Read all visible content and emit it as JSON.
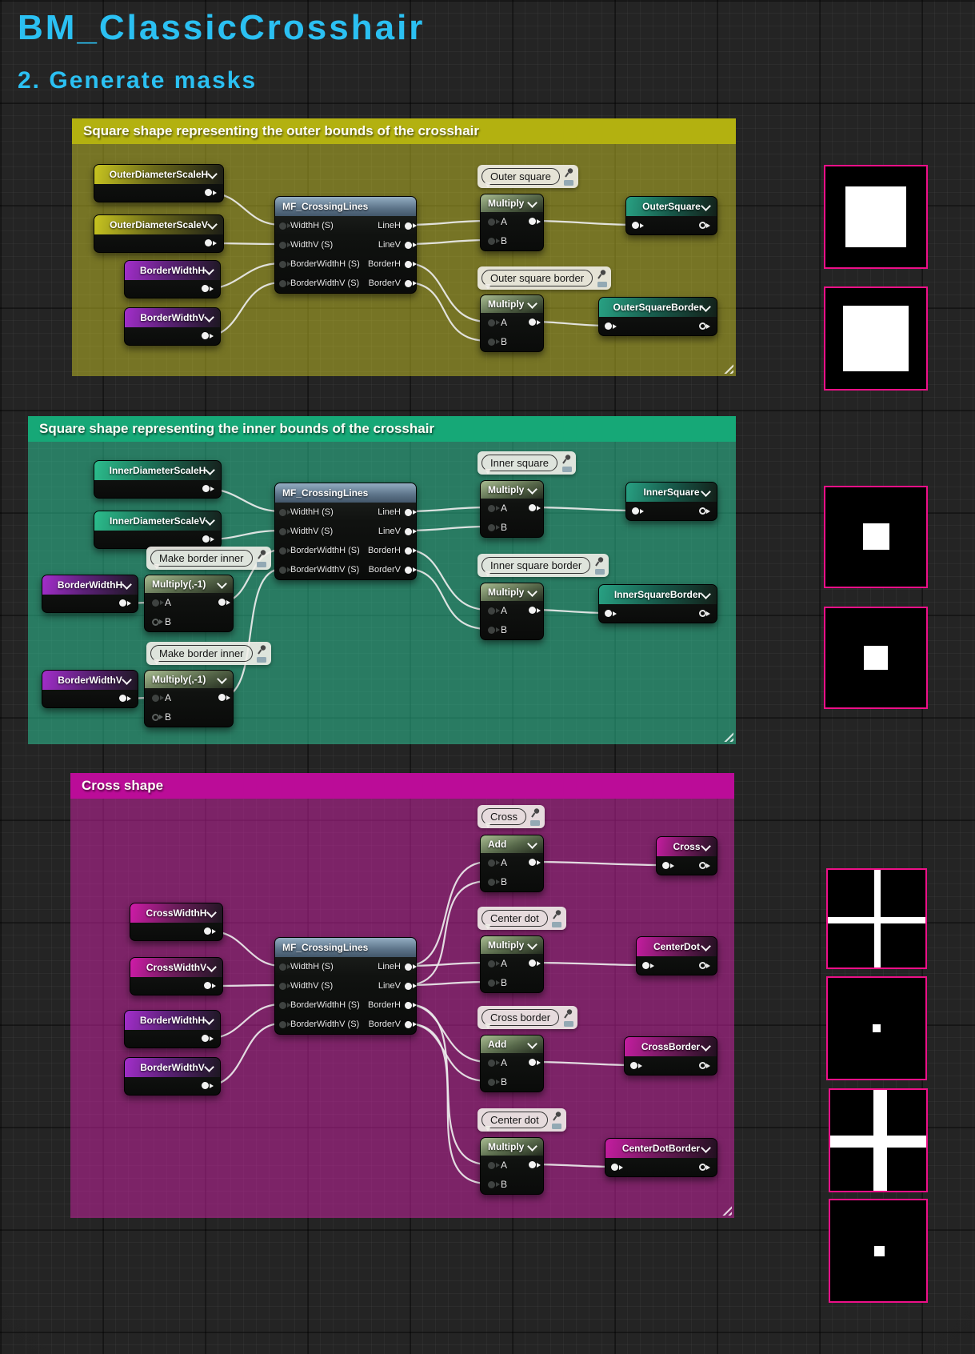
{
  "window": {
    "title": "BM_ClassicCrosshair",
    "subtitle": "2. Generate masks"
  },
  "colors": {
    "accent_cyan": "#2bc0f2",
    "comment_yellow": "#b3b110",
    "comment_teal": "#16a877",
    "comment_magenta": "#bb0c98",
    "param_purple": "#a32ecb",
    "function_header_blue": "#93adc2",
    "op_header_green": "#a9bd92",
    "preview_border_pink": "#ed1088",
    "wire_white": "#ececec",
    "background": "#242424"
  },
  "pins": {
    "a": "A",
    "b": "B"
  },
  "sections": [
    {
      "title": "Square shape representing the outer bounds of the crosshair",
      "params": [
        {
          "label": "OuterDiameterScaleH"
        },
        {
          "label": "OuterDiameterScaleV"
        },
        {
          "label": "BorderWidthH"
        },
        {
          "label": "BorderWidthV"
        }
      ],
      "function": {
        "title": "MF_CrossingLines",
        "rows": [
          {
            "in": "WidthH (S)",
            "out": "LineH"
          },
          {
            "in": "WidthV (S)",
            "out": "LineV"
          },
          {
            "in": "BorderWidthH (S)",
            "out": "BorderH"
          },
          {
            "in": "BorderWidthV (S)",
            "out": "BorderV"
          }
        ]
      },
      "bubbles": [
        {
          "label": "Outer square"
        },
        {
          "label": "Outer square border"
        }
      ],
      "ops": [
        {
          "label": "Multiply"
        },
        {
          "label": "Multiply"
        }
      ],
      "outputs": [
        {
          "label": "OuterSquare"
        },
        {
          "label": "OuterSquareBorder"
        }
      ],
      "previews": [
        {
          "kind": "solid-white-square"
        },
        {
          "kind": "solid-white-square-large"
        }
      ]
    },
    {
      "title": "Square shape representing the inner bounds of the crosshair",
      "params": [
        {
          "label": "InnerDiameterScaleH"
        },
        {
          "label": "InnerDiameterScaleV"
        },
        {
          "label": "BorderWidthH"
        },
        {
          "label": "BorderWidthV"
        }
      ],
      "function": {
        "title": "MF_CrossingLines",
        "rows": [
          {
            "in": "WidthH (S)",
            "out": "LineH"
          },
          {
            "in": "WidthV (S)",
            "out": "LineV"
          },
          {
            "in": "BorderWidthH (S)",
            "out": "BorderH"
          },
          {
            "in": "BorderWidthV (S)",
            "out": "BorderV"
          }
        ]
      },
      "bubbles": [
        {
          "label": "Inner square"
        },
        {
          "label": "Inner square border"
        },
        {
          "label": "Make border inner"
        },
        {
          "label": "Make border inner"
        }
      ],
      "ops": [
        {
          "label": "Multiply"
        },
        {
          "label": "Multiply"
        },
        {
          "label": "Multiply(,-1)"
        },
        {
          "label": "Multiply(,-1)"
        }
      ],
      "outputs": [
        {
          "label": "InnerSquare"
        },
        {
          "label": "InnerSquareBorder"
        }
      ],
      "previews": [
        {
          "kind": "small-white-square"
        },
        {
          "kind": "small-white-square"
        }
      ]
    },
    {
      "title": "Cross shape",
      "params": [
        {
          "label": "CrossWidthH"
        },
        {
          "label": "CrossWidthV"
        },
        {
          "label": "BorderWidthH"
        },
        {
          "label": "BorderWidthV"
        }
      ],
      "function": {
        "title": "MF_CrossingLines",
        "rows": [
          {
            "in": "WidthH (S)",
            "out": "LineH"
          },
          {
            "in": "WidthV (S)",
            "out": "LineV"
          },
          {
            "in": "BorderWidthH (S)",
            "out": "BorderH"
          },
          {
            "in": "BorderWidthV (S)",
            "out": "BorderV"
          }
        ]
      },
      "bubbles": [
        {
          "label": "Cross"
        },
        {
          "label": "Center dot"
        },
        {
          "label": "Cross border"
        },
        {
          "label": "Center dot"
        }
      ],
      "ops": [
        {
          "label": "Add"
        },
        {
          "label": "Multiply"
        },
        {
          "label": "Add"
        },
        {
          "label": "Multiply"
        }
      ],
      "outputs": [
        {
          "label": "Cross"
        },
        {
          "label": "CenterDot"
        },
        {
          "label": "CrossBorder"
        },
        {
          "label": "CenterDotBorder"
        }
      ],
      "previews": [
        {
          "kind": "thin-white-cross"
        },
        {
          "kind": "small-white-dot"
        },
        {
          "kind": "thick-white-cross"
        },
        {
          "kind": "small-white-dot-large"
        }
      ]
    }
  ]
}
